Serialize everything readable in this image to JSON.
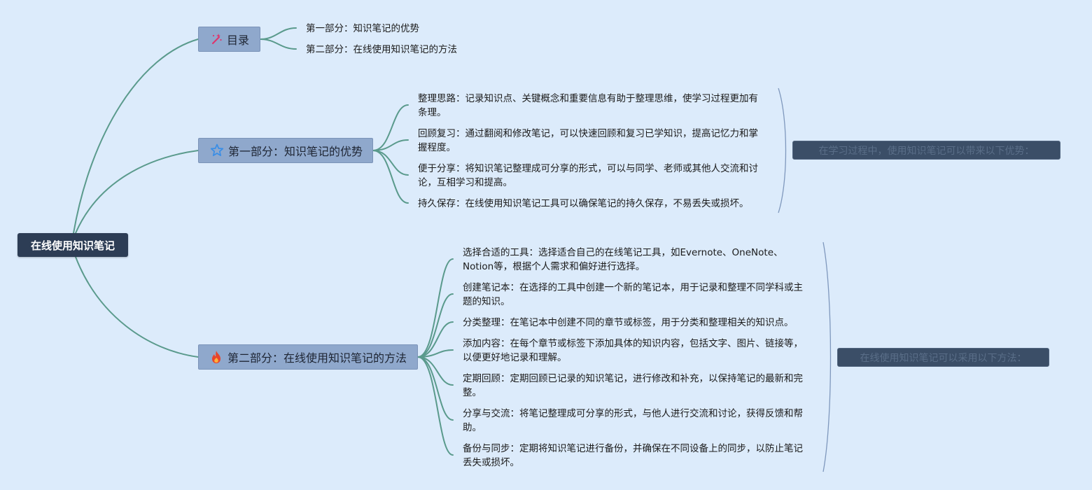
{
  "root": {
    "label": "在线使用知识笔记"
  },
  "branches": [
    {
      "label": "目录",
      "icon": "magic-wand-icon",
      "children": [
        "第一部分：知识笔记的优势",
        "第二部分：在线使用知识笔记的方法"
      ]
    },
    {
      "label": "第一部分：知识笔记的优势",
      "icon": "star-icon",
      "summary": "在学习过程中，使用知识笔记可以带来以下优势：",
      "children": [
        "整理思路：记录知识点、关键概念和重要信息有助于整理思维，使学习过程更加有条理。",
        "回顾复习：通过翻阅和修改笔记，可以快速回顾和复习已学知识，提高记忆力和掌握程度。",
        "便于分享：将知识笔记整理成可分享的形式，可以与同学、老师或其他人交流和讨论，互相学习和提高。",
        "持久保存：在线使用知识笔记工具可以确保笔记的持久保存，不易丢失或损坏。"
      ]
    },
    {
      "label": "第二部分：在线使用知识笔记的方法",
      "icon": "fire-icon",
      "summary": "在线使用知识笔记可以采用以下方法：",
      "children": [
        "选择合适的工具：选择适合自己的在线笔记工具，如Evernote、OneNote、Notion等，根据个人需求和偏好进行选择。",
        "创建笔记本：在选择的工具中创建一个新的笔记本，用于记录和整理不同学科或主题的知识。",
        "分类整理：在笔记本中创建不同的章节或标签，用于分类和整理相关的知识点。",
        "添加内容：在每个章节或标签下添加具体的知识内容，包括文字、图片、链接等，以便更好地记录和理解。",
        "定期回顾：定期回顾已记录的知识笔记，进行修改和补充，以保持笔记的最新和完整。",
        "分享与交流：将笔记整理成可分享的形式，与他人进行交流和讨论，获得反馈和帮助。",
        "备份与同步：定期将知识笔记进行备份，并确保在不同设备上的同步，以防止笔记丢失或损坏。"
      ]
    }
  ],
  "colors": {
    "background": "#dcebfb",
    "root_fill": "#2d3d55",
    "branch_fill": "#8fa8cc",
    "link": "#5a9a8c",
    "summary_fill": "#3b4e67"
  }
}
